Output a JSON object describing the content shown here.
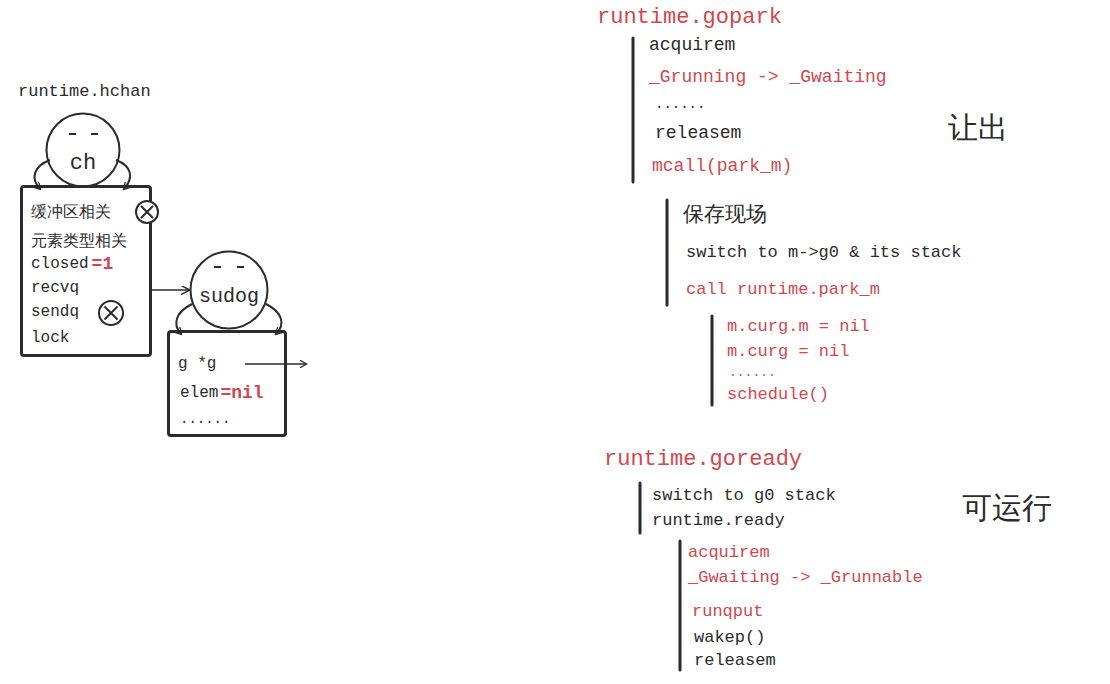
{
  "diagram": {
    "nodes": [
      {
        "text": [
          "ch"
        ]
      },
      {
        "text": [
          "缓冲区相关",
          "元素类型相关",
          "closed",
          "=1",
          "recvq",
          "sendq",
          "lock"
        ]
      },
      {
        "text": [
          "sudog"
        ]
      },
      {
        "text": [
          "g *g",
          "elem",
          "=nil",
          "......"
        ]
      }
    ],
    "edges": [
      {
        "from": 1,
        "to": 2,
        "arrow": "to"
      }
    ],
    "labels": [
      "runtime.hchan",
      "runtime.gopark",
      "acquirem",
      "_Grunning -> _Gwaiting",
      "......",
      "releasem",
      "mcall(park_m)",
      "让出",
      "保存现场",
      "switch to m->g0 & its stack",
      "call runtime.park_m",
      "m.curg.m = nil",
      "m.curg = nil",
      "......",
      "schedule()",
      "runtime.goready",
      "switch to g0 stack",
      "runtime.ready",
      "可运行",
      "acquirem",
      "_Gwaiting -> _Grunnable",
      "runqput",
      "wakep()",
      "releasem"
    ]
  }
}
